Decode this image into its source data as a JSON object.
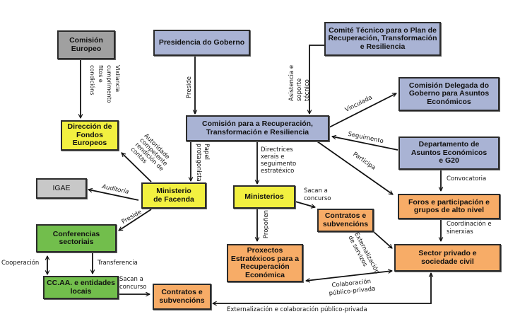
{
  "boxes": {
    "comision_europeo": "Comisión Europeo",
    "presidencia": "Presidencia do Goberno",
    "comite_tecnico": "Comité Técnico para o Plan de Recuperación, Transformación e Resiliencia",
    "comision_delegada": "Comisión Delegada do Goberno para Asuntos Económicos",
    "comision_rtr": "Comisión para a Recuperación, Transformación e Resiliencia",
    "direccion_fondos": "Dirección de Fondos Europeos",
    "departamento": "Departamento de Asuntos Económicos e G20",
    "igae": "IGAE",
    "ministerio_facenda": "Ministerio de Facenda",
    "ministerios": "Ministerios",
    "foros": "Foros e participación e grupos de alto nivel",
    "contratos_right": "Contratos e subvencións",
    "conferencias": "Conferencias sectoriais",
    "proxectos": "Proxectos Estratéxicos para a Recuperación Económica",
    "sector_privado": "Sector privado e sociedade civil",
    "ccaa": "CC.AA. e entidades locais",
    "contratos_bottom": "Contratos e subvencións"
  },
  "labels": {
    "vixilancia": "Vixilancia cumprimento fitos e condicións",
    "preside_top": "Preside",
    "asistencia": "Asistencia e soporte técnico",
    "vinculada": "Vinculada",
    "seguimento": "Seguimento",
    "participa": "Participa",
    "convocatoria": "Convocatoria",
    "autoridade": "Autoridade competente rendición de contas",
    "papel": "Papel protagonista",
    "directrices": "Directrices xerais e seguimento estratéxico",
    "auditoria": "Auditoria",
    "preside_bottom": "Preside",
    "sacan_right": "Sacan a concurso",
    "propoñen": "Propoñen",
    "coordinacion": "Coordinación e sinerxias",
    "externalizacion_servizos": "Externalización de servizos",
    "colaboracion": "Colaboración público-privada",
    "cooperacion": "Cooperación",
    "transferencia": "Transferencia",
    "sacan_left": "Sacan a concurso",
    "externalizacion_colab": "Externalización e colaboración público-privada"
  }
}
